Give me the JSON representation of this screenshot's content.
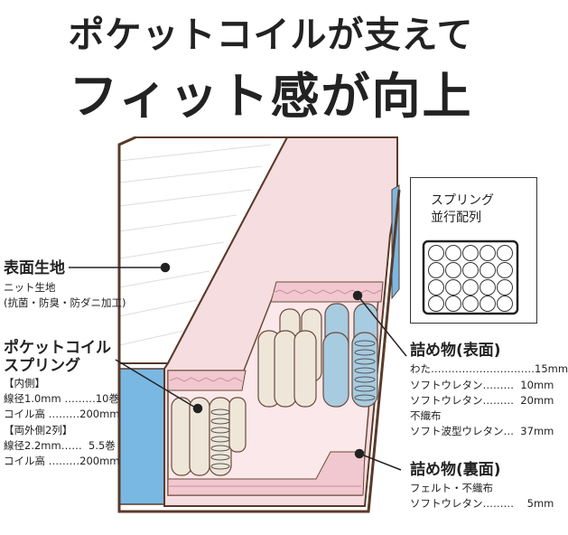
{
  "headline": {
    "line1": "ポケットコイルが支えて",
    "line2": "フィット感が向上"
  },
  "surface_fabric": {
    "title": "表面生地",
    "line1": "ニット生地",
    "line2": "(抗菌・防臭・防ダニ加工)"
  },
  "pocket_coil": {
    "title1": "ポケットコイル",
    "title2": "スプリング",
    "inner_heading": "【内側】",
    "inner_wire": "線径1.0mm ………10巻",
    "inner_height": "コイル高 ………200mm",
    "outer_heading": "【両外側2列】",
    "outer_wire": "線径2.2mm……  5.5巻",
    "outer_height": "コイル高 ………200mm"
  },
  "spring_array": {
    "title1": "スプリング",
    "title2": "並行配列"
  },
  "filling_top": {
    "title": "詰め物(表面)",
    "row1": "わた…………………………15mm",
    "row2": "ソフトウレタン………  10mm",
    "row3": "ソフトウレタン………  20mm",
    "row4": "不織布",
    "row5": "ソフト波型ウレタン…  37mm"
  },
  "filling_bottom": {
    "title": "詰め物(裏面)",
    "row1": "フェルト・不織布",
    "row2": "ソフトウレタン………    5mm"
  },
  "colors": {
    "outline": "#5a3a2a",
    "side_panel": "#f6dde0",
    "blue_coil": "#a7cbe0",
    "beige_coil": "#efe6da",
    "blue_edge": "#79b8e3"
  }
}
